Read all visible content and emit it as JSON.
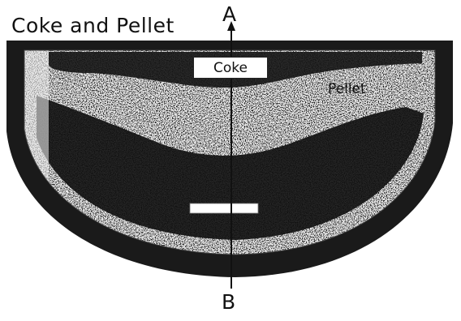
{
  "figure": {
    "title": "Coke and Pellet",
    "markers": {
      "top": "A",
      "bottom": "B"
    },
    "labels": {
      "coke": "Coke",
      "pellet": "Pellet"
    }
  }
}
